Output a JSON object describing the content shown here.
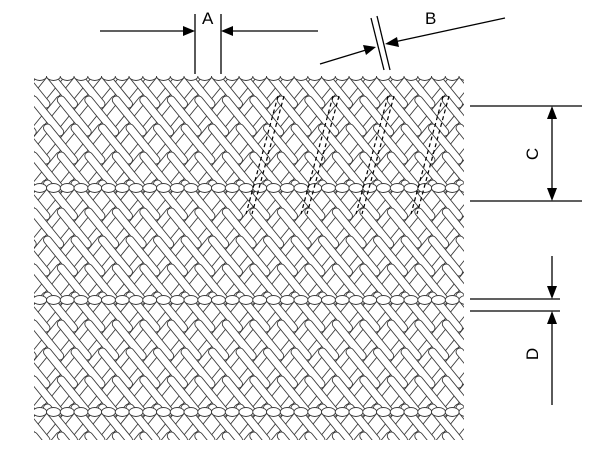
{
  "diagram": {
    "labels": {
      "a": "A",
      "b": "B",
      "c": "C",
      "d": "D"
    },
    "colors": {
      "line": "#000000",
      "wire_outline": "#3a3a3a",
      "wire_fill": "#ffffff",
      "background": "#ffffff"
    }
  }
}
